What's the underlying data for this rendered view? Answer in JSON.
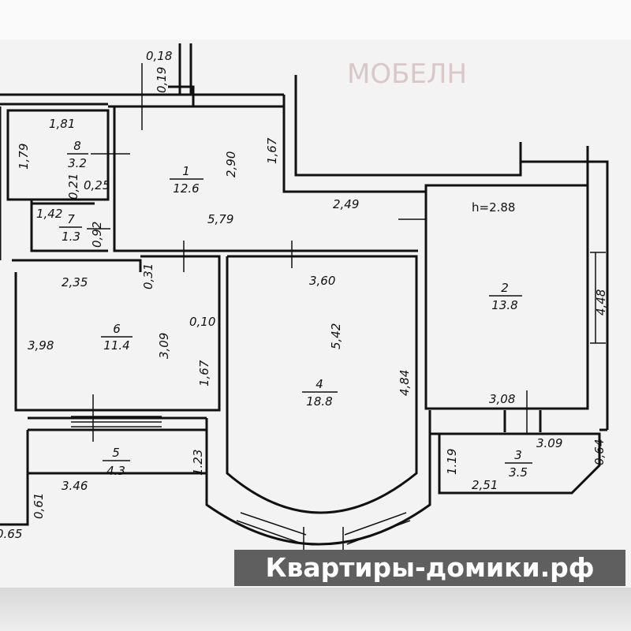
{
  "ceiling_height": "h=2.88",
  "rooms": [
    {
      "number": "1",
      "area": "12.6"
    },
    {
      "number": "2",
      "area": "13.8"
    },
    {
      "number": "3",
      "area": "3.5"
    },
    {
      "number": "4",
      "area": "18.8"
    },
    {
      "number": "5",
      "area": "4.3"
    },
    {
      "number": "6",
      "area": "11.4"
    },
    {
      "number": "7",
      "area": "1.3"
    },
    {
      "number": "8",
      "area": "3.2"
    }
  ],
  "dimensions": {
    "d018": "0,18",
    "d019": "0,19",
    "d181": "1,81",
    "d179": "1,79",
    "d021": "0,21",
    "d025": "0,25",
    "d142": "1,42",
    "d092": "0,92",
    "d290": "2,90",
    "d167a": "1,67",
    "d579": "5,79",
    "d249": "2,49",
    "d235": "2,35",
    "d031": "0,31",
    "d360": "3,60",
    "d010": "0,10",
    "d398": "3,98",
    "d309a": "3,09",
    "d542": "5,42",
    "d448": "4,48",
    "d167b": "1,67",
    "d484": "4,84",
    "d308": "3,08",
    "d309b": "3.09",
    "d064": "0,64",
    "d123": "1.23",
    "d119": "1.19",
    "d346": "3.46",
    "d251": "2,51",
    "d061": "0,61",
    "d065": "0.65"
  },
  "watermarks": {
    "site": "Квартиры-домики.рф",
    "logo": "МОБЕЛН"
  },
  "colors": {
    "watermark_bg": "#5f5f5f",
    "house_icon": "#7cb342"
  }
}
